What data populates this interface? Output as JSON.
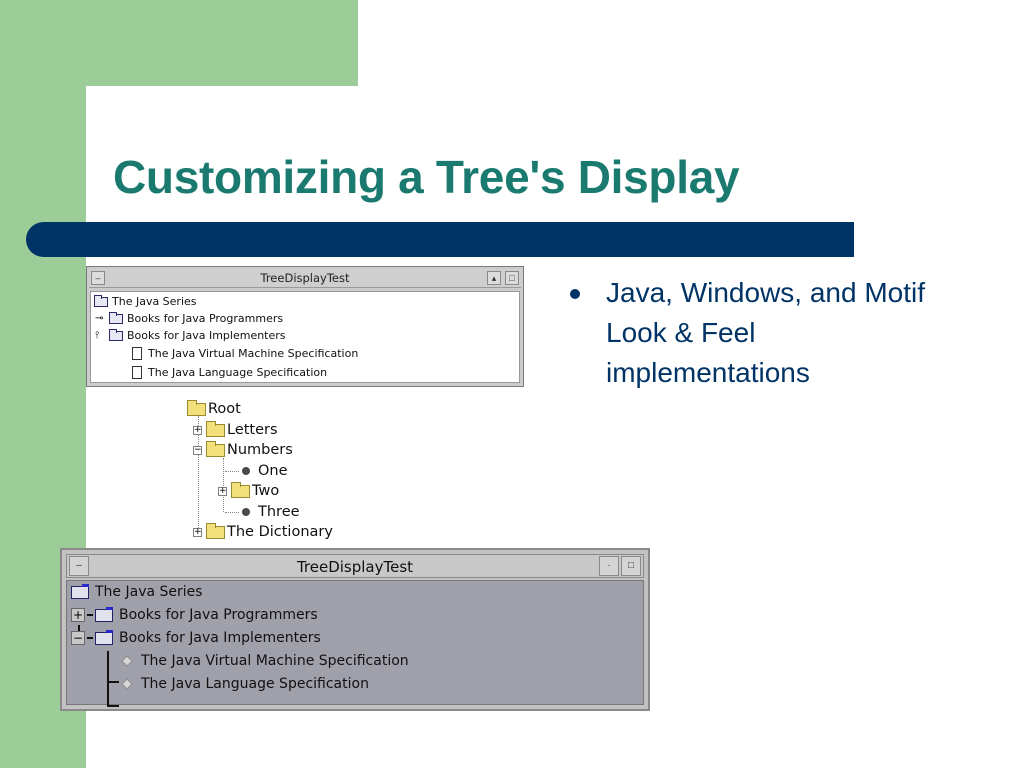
{
  "slide": {
    "title": "Customizing a Tree's Display",
    "bullets": [
      "Java, Windows, and Motif Look & Feel implementations"
    ]
  },
  "java_window": {
    "title": "TreeDisplayTest",
    "nodes": [
      "The Java Series",
      "Books for Java Programmers",
      "Books for Java Implementers",
      "The Java Virtual Machine Specification",
      "The Java Language Specification"
    ]
  },
  "windows_tree": {
    "nodes": [
      "Root",
      "Letters",
      "Numbers",
      "One",
      "Two",
      "Three",
      "The Dictionary"
    ]
  },
  "motif_window": {
    "title": "TreeDisplayTest",
    "nodes": [
      "The Java Series",
      "Books for Java Programmers",
      "Books for Java Implementers",
      "The Java Virtual Machine Specification",
      "The Java Language Specification"
    ]
  },
  "colors": {
    "title": "#1a7a70",
    "accent_bar": "#003366",
    "side_panel": "#9ccc98"
  }
}
